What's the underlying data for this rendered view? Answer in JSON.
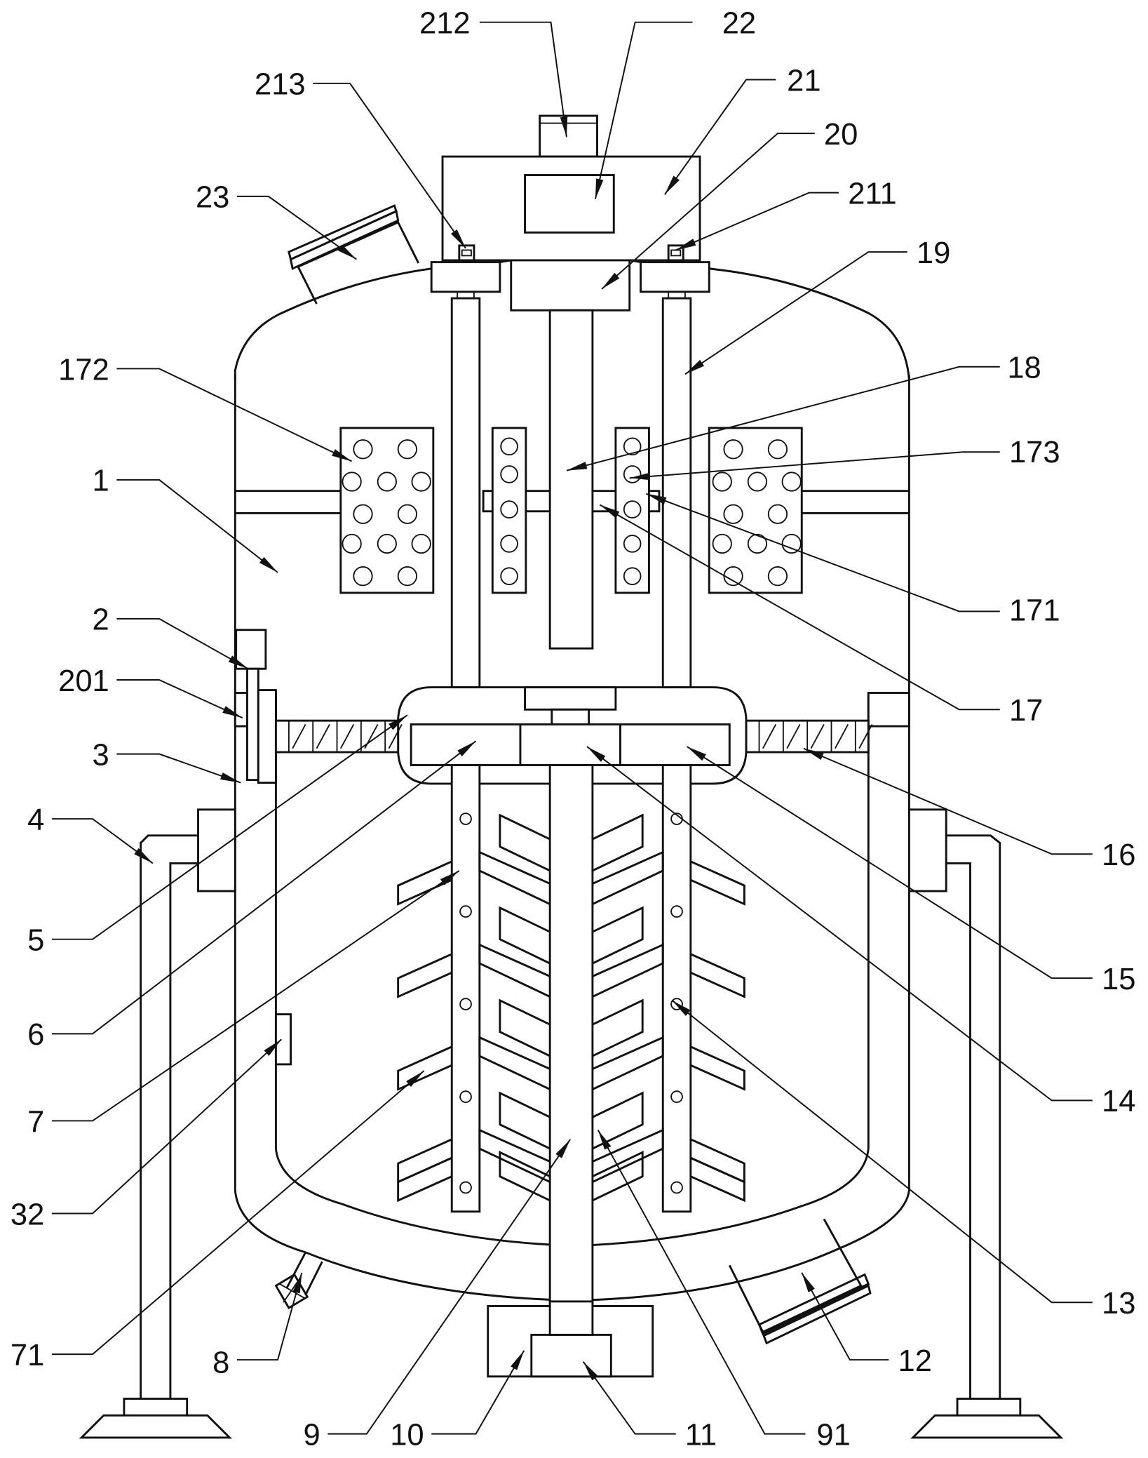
{
  "figure": {
    "type": "patent line drawing",
    "subject": "mixing tank with agitator, motor housing, filter plates and support legs"
  },
  "labels": [
    {
      "id": "212",
      "text": "212"
    },
    {
      "id": "22",
      "text": "22"
    },
    {
      "id": "213",
      "text": "213"
    },
    {
      "id": "21",
      "text": "21"
    },
    {
      "id": "20",
      "text": "20"
    },
    {
      "id": "23",
      "text": "23"
    },
    {
      "id": "211",
      "text": "211"
    },
    {
      "id": "19",
      "text": "19"
    },
    {
      "id": "172",
      "text": "172"
    },
    {
      "id": "18",
      "text": "18"
    },
    {
      "id": "173",
      "text": "173"
    },
    {
      "id": "1",
      "text": "1"
    },
    {
      "id": "171",
      "text": "171"
    },
    {
      "id": "2",
      "text": "2"
    },
    {
      "id": "201",
      "text": "201"
    },
    {
      "id": "17",
      "text": "17"
    },
    {
      "id": "3",
      "text": "3"
    },
    {
      "id": "4",
      "text": "4"
    },
    {
      "id": "16",
      "text": "16"
    },
    {
      "id": "5",
      "text": "5"
    },
    {
      "id": "15",
      "text": "15"
    },
    {
      "id": "6",
      "text": "6"
    },
    {
      "id": "14",
      "text": "14"
    },
    {
      "id": "7",
      "text": "7"
    },
    {
      "id": "32",
      "text": "32"
    },
    {
      "id": "13",
      "text": "13"
    },
    {
      "id": "71",
      "text": "71"
    },
    {
      "id": "8",
      "text": "8"
    },
    {
      "id": "12",
      "text": "12"
    },
    {
      "id": "9",
      "text": "9"
    },
    {
      "id": "10",
      "text": "10"
    },
    {
      "id": "11",
      "text": "11"
    },
    {
      "id": "91",
      "text": "91"
    }
  ]
}
